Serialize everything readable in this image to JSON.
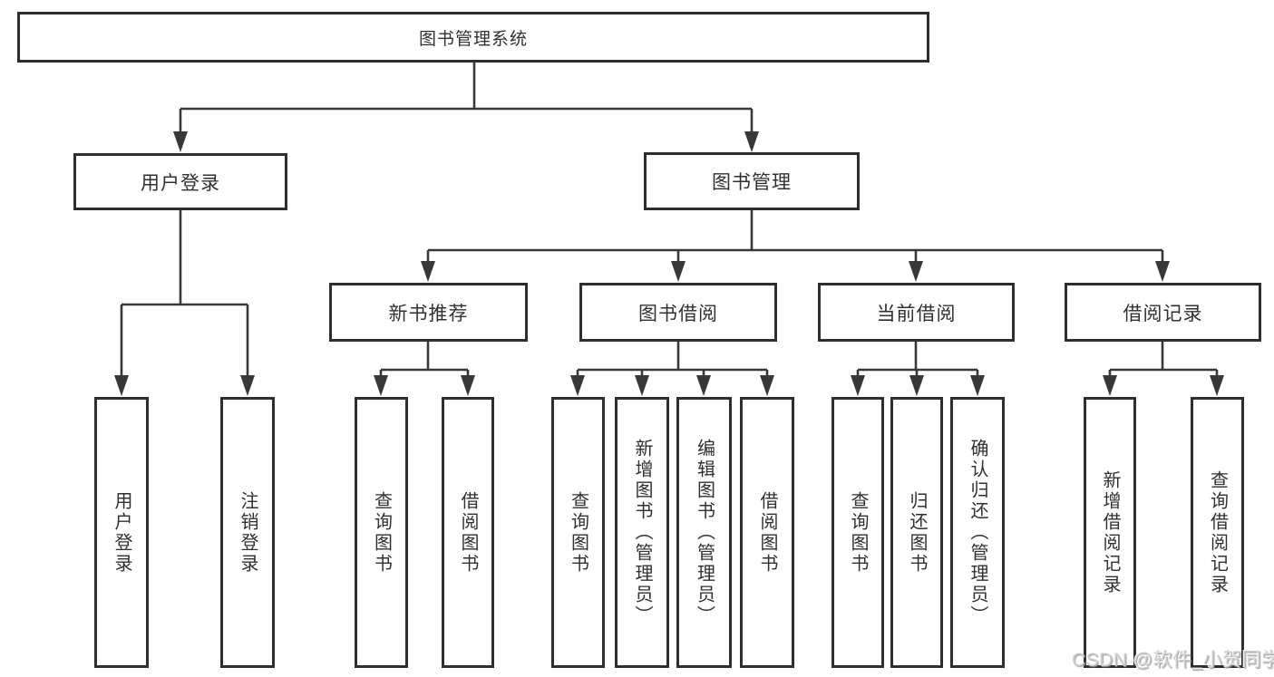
{
  "tree": {
    "label": "图书管理系统",
    "children": [
      {
        "label": "用户登录",
        "children": [
          {
            "label": "用户登录"
          },
          {
            "label": "注销登录"
          }
        ]
      },
      {
        "label": "图书管理",
        "children": [
          {
            "label": "新书推荐",
            "children": [
              {
                "label": "查询图书"
              },
              {
                "label": "借阅图书"
              }
            ]
          },
          {
            "label": "图书借阅",
            "children": [
              {
                "label": "查询图书"
              },
              {
                "label": "新增图书（管理员）"
              },
              {
                "label": "编辑图书（管理员）"
              },
              {
                "label": "借阅图书"
              }
            ]
          },
          {
            "label": "当前借阅",
            "children": [
              {
                "label": "查询图书"
              },
              {
                "label": "归还图书"
              },
              {
                "label": "确认归还（管理员）"
              }
            ]
          },
          {
            "label": "借阅记录",
            "children": [
              {
                "label": "新增借阅记录"
              },
              {
                "label": "查询借阅记录"
              }
            ]
          }
        ]
      }
    ]
  },
  "watermark": {
    "text": "CSDN @软件_小贺同学"
  },
  "colors": {
    "background": "#ffffff",
    "box_border": "#2e2e2e",
    "connector_line": "#383838",
    "text": "#303030",
    "watermark_text": "#cdcdcd"
  }
}
